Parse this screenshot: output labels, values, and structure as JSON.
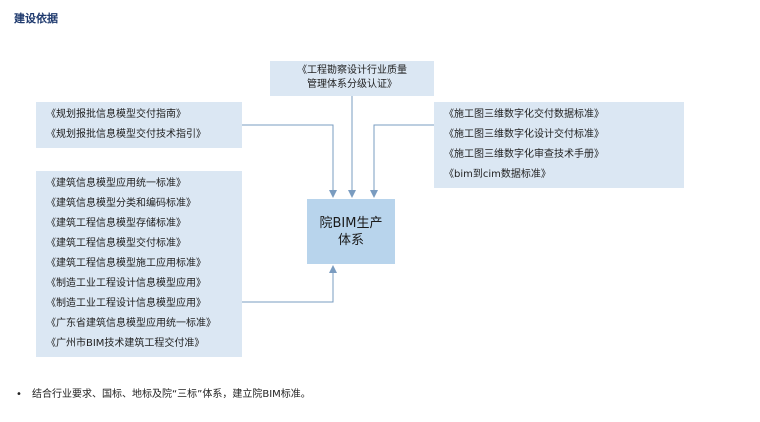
{
  "title": "建设依据",
  "top_box": [
    "《工程勘察设计行业质量",
    "管理体系分级认证》"
  ],
  "left_group_1": [
    "《规划报批信息模型交付指南》",
    "《规划报批信息模型交付技术指引》"
  ],
  "left_group_2": [
    "《建筑信息模型应用统一标准》",
    "《建筑信息模型分类和编码标准》",
    "《建筑工程信息模型存储标准》",
    "《建筑工程信息模型交付标准》",
    "《建筑工程信息模型施工应用标准》",
    "《制造工业工程设计信息模型应用》",
    "《制造工业工程设计信息模型应用》",
    "《广东省建筑信息模型应用统一标准》",
    "《广州市BIM技术建筑工程交付准》"
  ],
  "right_group": [
    "《施工图三维数字化交付数据标准》",
    "《施工图三维数字化设计交付标准》",
    "《施工图三维数字化审查技术手册》",
    "《bim到cim数据标准》"
  ],
  "center": [
    "院BIM生产",
    "体系"
  ],
  "bullet_note": "结合行业要求、国标、地标及院“三标”体系，建立院BIM标准。",
  "colors": {
    "box": "#dbe7f3",
    "center": "#b8d4ec",
    "connector": "#7a9cc0",
    "title": "#1f3a6e"
  }
}
